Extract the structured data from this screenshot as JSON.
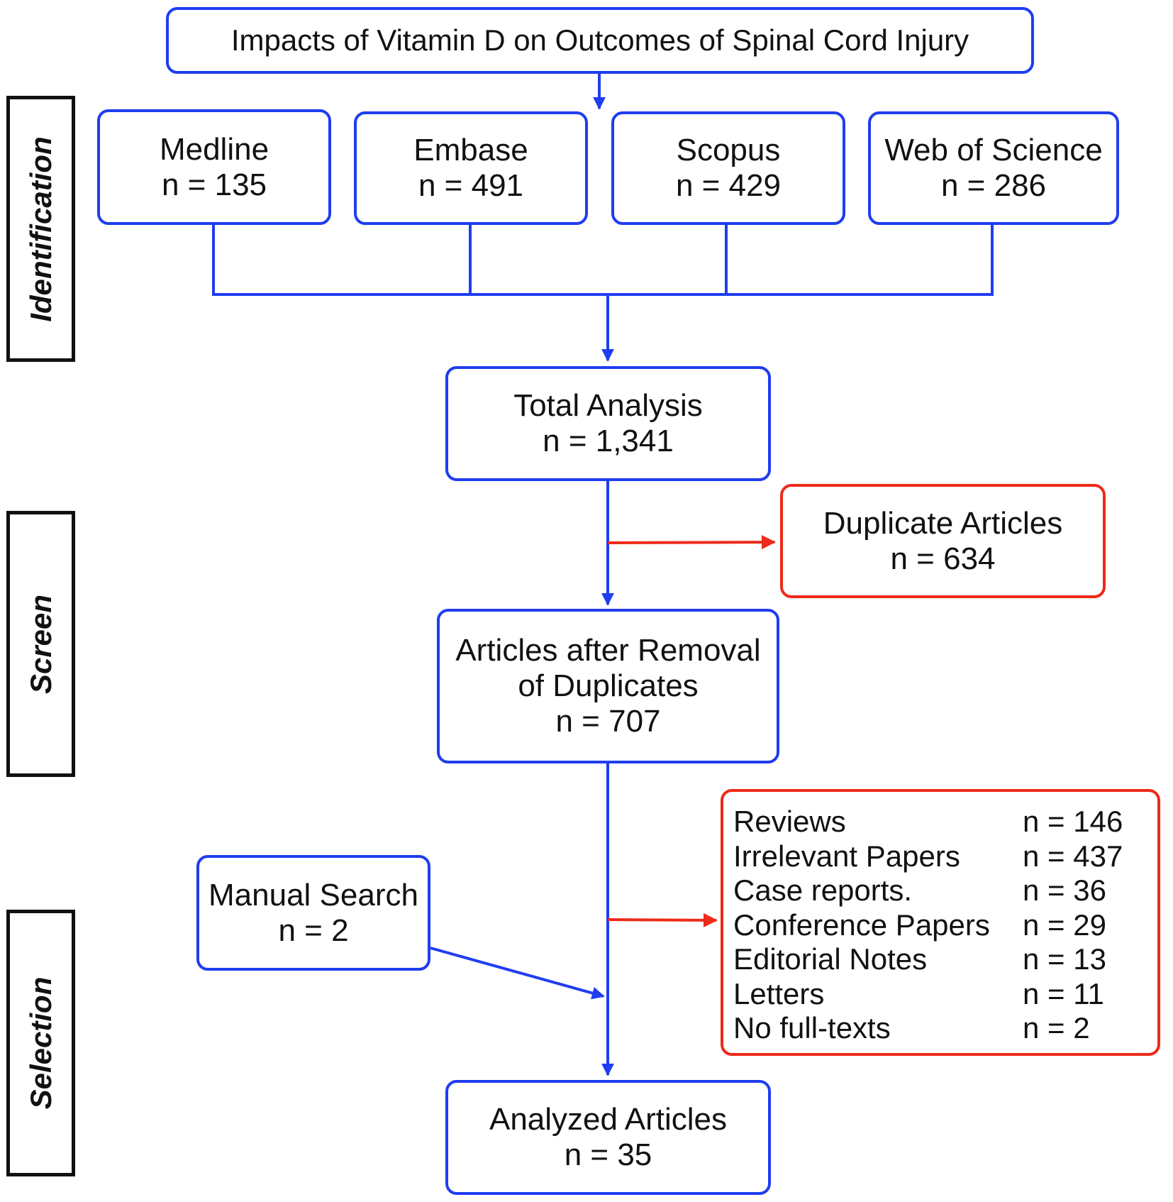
{
  "stages": [
    {
      "id": "identification",
      "label": "Identification"
    },
    {
      "id": "screen",
      "label": "Screen"
    },
    {
      "id": "selection",
      "label": "Selection"
    }
  ],
  "title": "Impacts of Vitamin D on Outcomes of Spinal Cord Injury",
  "sources": [
    {
      "name": "Medline",
      "count": "n = 135"
    },
    {
      "name": "Embase",
      "count": "n = 491"
    },
    {
      "name": "Scopus",
      "count": "n = 429"
    },
    {
      "name": "Web of Science",
      "count": "n = 286"
    }
  ],
  "total": {
    "label": "Total Analysis",
    "count": "n = 1,341"
  },
  "duplicates": {
    "label": "Duplicate Articles",
    "count": "n = 634"
  },
  "after_removal": {
    "label_line1": "Articles after Removal",
    "label_line2": "of Duplicates",
    "count": "n = 707"
  },
  "manual_search": {
    "label": "Manual Search",
    "count": "n = 2"
  },
  "exclusions": [
    {
      "label": "Reviews",
      "count": "n = 146"
    },
    {
      "label": "Irrelevant Papers",
      "count": "n = 437"
    },
    {
      "label": "Case reports.",
      "count": "n = 36"
    },
    {
      "label": "Conference Papers",
      "count": "n = 29"
    },
    {
      "label": "Editorial Notes",
      "count": "n = 13"
    },
    {
      "label": "Letters",
      "count": "n = 11"
    },
    {
      "label": "No full-texts",
      "count": "n = 2"
    }
  ],
  "analyzed": {
    "label": "Analyzed Articles",
    "count": "n = 35"
  },
  "colors": {
    "main": "#1f3df0",
    "exclusion": "#ee2a1a",
    "stage_border": "#111111"
  }
}
